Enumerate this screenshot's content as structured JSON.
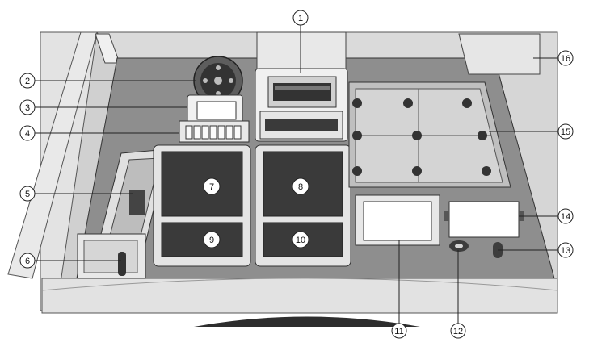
{
  "callouts": [
    {
      "label": "1"
    },
    {
      "label": "2"
    },
    {
      "label": "3"
    },
    {
      "label": "4"
    },
    {
      "label": "5"
    },
    {
      "label": "6"
    },
    {
      "label": "7"
    },
    {
      "label": "8"
    },
    {
      "label": "9"
    },
    {
      "label": "10"
    },
    {
      "label": "11"
    },
    {
      "label": "12"
    },
    {
      "label": "13"
    },
    {
      "label": "14"
    },
    {
      "label": "15"
    },
    {
      "label": "16"
    }
  ],
  "colors": {
    "deck": "#8e8e8e",
    "housing": "#d3d3d3",
    "outline": "#2a2a2a",
    "tray": "#dcdcdc",
    "well": "#3a3a3a",
    "plate_white": "#f2f2f2",
    "dark": "#3c3c3c"
  }
}
